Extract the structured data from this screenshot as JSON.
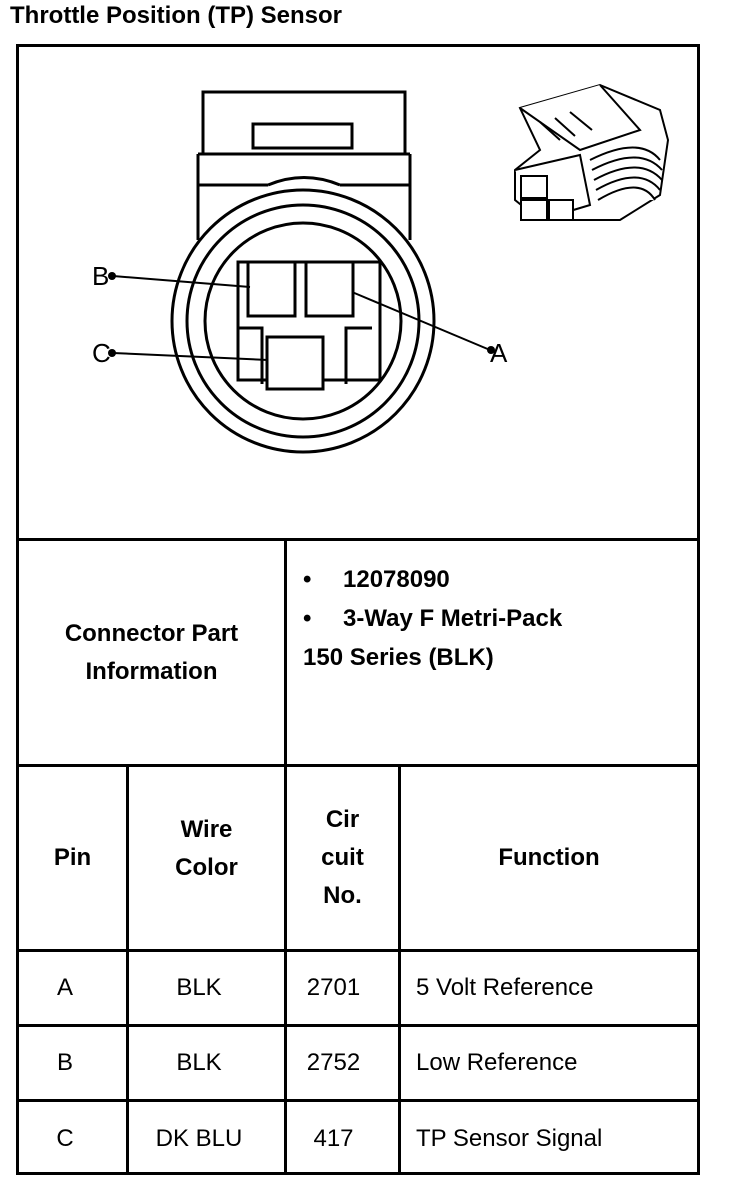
{
  "title": "Throttle Position (TP) Sensor",
  "diagram": {
    "pin_labels": [
      "A",
      "B",
      "C"
    ]
  },
  "connector": {
    "label_line1": "Connector Part",
    "label_line2": "Information",
    "part_bullets": [
      "12078090",
      "3-Way F Metri-Pack"
    ],
    "part_continuation": "150 Series (BLK)",
    "bullet_symbol": "•"
  },
  "table": {
    "headers": {
      "pin": "Pin",
      "wire_color_1": "Wire",
      "wire_color_2": "Color",
      "circuit_1": "Cir",
      "circuit_2": "cuit",
      "circuit_3": "No.",
      "function": "Function"
    },
    "rows": [
      {
        "pin": "A",
        "wire_color": "BLK",
        "circuit": "2701",
        "function": "5 Volt Reference"
      },
      {
        "pin": "B",
        "wire_color": "BLK",
        "circuit": "2752",
        "function": "Low Reference"
      },
      {
        "pin": "C",
        "wire_color": "DK BLU",
        "circuit": "417",
        "function": "TP Sensor Signal"
      }
    ]
  }
}
